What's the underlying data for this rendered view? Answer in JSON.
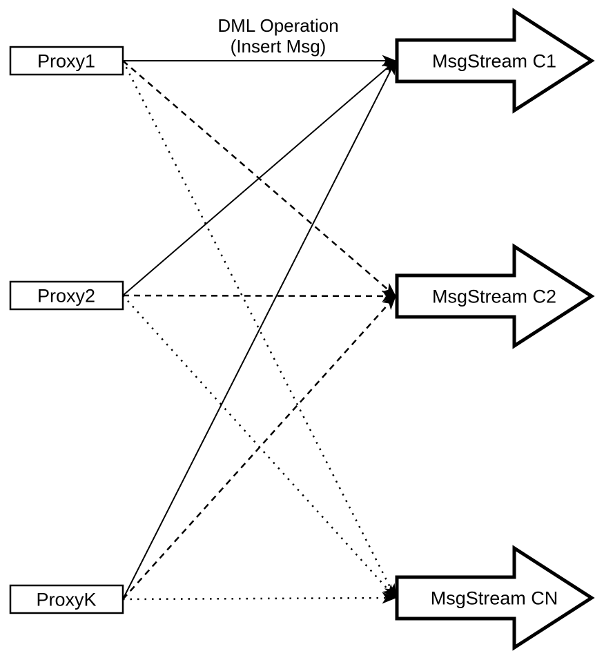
{
  "diagram": {
    "annotation": {
      "line1": "DML Operation",
      "line2": "(Insert Msg)"
    },
    "proxies": [
      {
        "id": "proxy1",
        "label": "Proxy1"
      },
      {
        "id": "proxy2",
        "label": "Proxy2"
      },
      {
        "id": "proxyK",
        "label": "ProxyK"
      }
    ],
    "streams": [
      {
        "id": "c1",
        "label": "MsgStream C1"
      },
      {
        "id": "c2",
        "label": "MsgStream C2"
      },
      {
        "id": "cn",
        "label": "MsgStream CN"
      }
    ],
    "connections": [
      {
        "from": "proxy1",
        "to": "c1",
        "style": "solid"
      },
      {
        "from": "proxy1",
        "to": "c2",
        "style": "dashed"
      },
      {
        "from": "proxy1",
        "to": "cn",
        "style": "dotted"
      },
      {
        "from": "proxy2",
        "to": "c1",
        "style": "solid"
      },
      {
        "from": "proxy2",
        "to": "c2",
        "style": "dashed"
      },
      {
        "from": "proxy2",
        "to": "cn",
        "style": "dotted"
      },
      {
        "from": "proxyK",
        "to": "c1",
        "style": "solid"
      },
      {
        "from": "proxyK",
        "to": "c2",
        "style": "dashed"
      },
      {
        "from": "proxyK",
        "to": "cn",
        "style": "dotted"
      }
    ]
  },
  "colors": {
    "line": "#000000",
    "node_fill": "#ffffff",
    "background": "#ffffff"
  }
}
